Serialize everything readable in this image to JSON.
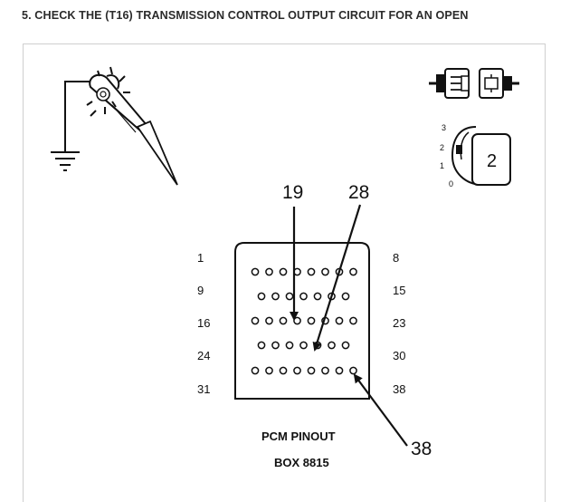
{
  "heading": "5. CHECK THE (T16) TRANSMISSION CONTROL OUTPUT CIRCUIT FOR AN OPEN",
  "callouts": {
    "pin_19": "19",
    "pin_28": "28",
    "pin_38": "38"
  },
  "row_labels_left": [
    "1",
    "9",
    "16",
    "24",
    "31"
  ],
  "row_labels_right": [
    "8",
    "15",
    "23",
    "30",
    "38"
  ],
  "ignition_positions": {
    "pos_3": "3",
    "pos_2": "2",
    "pos_1": "1",
    "pos_0": "0",
    "key_number": "2"
  },
  "caption": {
    "line1": "PCM PINOUT",
    "line2": "BOX 8815"
  }
}
